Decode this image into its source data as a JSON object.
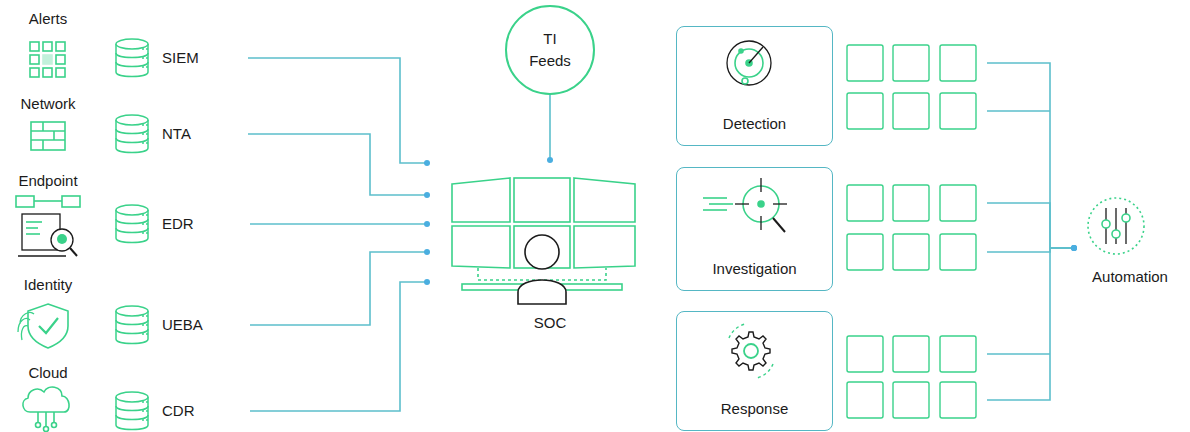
{
  "diagram": {
    "nodes": [
      {
        "text": [
          "SIEM"
        ]
      },
      {
        "text": [
          "NTA"
        ]
      },
      {
        "text": [
          "EDR"
        ]
      },
      {
        "text": [
          "UEBA"
        ]
      },
      {
        "text": [
          "CDR"
        ]
      },
      {
        "text": [
          "TI Feeds"
        ]
      },
      {
        "text": [
          "SOC"
        ]
      },
      {
        "text": [
          "Detection"
        ]
      },
      {
        "text": [
          "Investigation"
        ]
      },
      {
        "text": [
          "Response"
        ]
      },
      {
        "text": [
          "Automation"
        ]
      }
    ],
    "edges": [
      {
        "from": 0,
        "to": 6,
        "arrow": "none"
      },
      {
        "from": 1,
        "to": 6,
        "arrow": "none"
      },
      {
        "from": 2,
        "to": 6,
        "arrow": "none"
      },
      {
        "from": 3,
        "to": 6,
        "arrow": "none"
      },
      {
        "from": 4,
        "to": 6,
        "arrow": "none"
      },
      {
        "from": 5,
        "to": 6,
        "arrow": "none"
      },
      {
        "from": 7,
        "to": 10,
        "arrow": "none"
      },
      {
        "from": 8,
        "to": 10,
        "arrow": "none"
      },
      {
        "from": 9,
        "to": 10,
        "arrow": "none"
      }
    ],
    "labels": [
      "Alerts",
      "Network",
      "Endpoint",
      "Identity",
      "Cloud"
    ]
  }
}
